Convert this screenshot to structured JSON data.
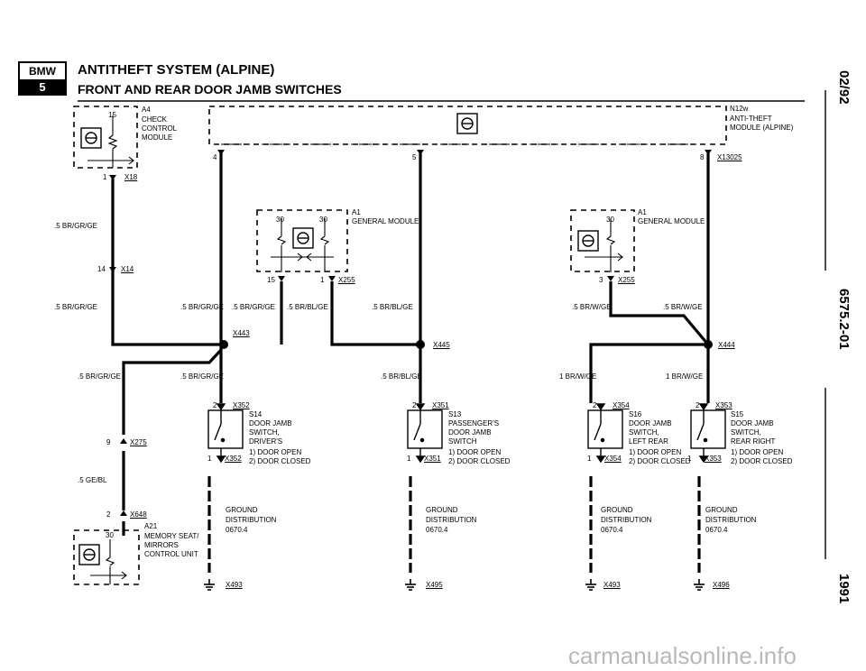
{
  "header": {
    "brand": "BMW",
    "series": "5",
    "title": "ANTITHEFT SYSTEM (ALPINE)",
    "subtitle": "FRONT AND REAR DOOR JAMB SWITCHES",
    "date": "02/92",
    "page_number": "6575.2-01",
    "year": "1991"
  },
  "modules": {
    "a4": {
      "ref": "A4",
      "pin": "15",
      "name": "CHECK CONTROL MODULE",
      "connector": "X18",
      "connector_pin": "1"
    },
    "n12w": {
      "ref": "N12w",
      "name": "ANTI-THEFT MODULE (ALPINE)",
      "connector": "X13025",
      "pins": [
        "4",
        "5",
        "8"
      ]
    },
    "a1_left": {
      "ref": "A1",
      "name": "GENERAL MODULE",
      "pins": [
        "30",
        "30",
        "15",
        "1"
      ],
      "connector": "X255"
    },
    "a1_right": {
      "ref": "A1",
      "name": "GENERAL MODULE",
      "pins": [
        "30",
        "3"
      ],
      "connector": "X255"
    },
    "a21": {
      "ref": "A21",
      "name": "MEMORY SEAT/ MIRRORS CONTROL UNIT",
      "pin": "30",
      "connector": "X648",
      "connector_pin": "2"
    }
  },
  "connectors": {
    "x14": {
      "name": "X14",
      "pin": "14"
    },
    "x275": {
      "name": "X275",
      "pin": "9"
    },
    "x443": "X443",
    "x445": "X445",
    "x444": "X444"
  },
  "wires": {
    "a": ".5 BR/GR/GE",
    "b": ".5 BR/GR/GE",
    "c": ".5 BR/GR/GE",
    "d": ".5 BR/GR/GE",
    "e": ".5 BR/BL/GE",
    "f": ".5 BR/BL/GE",
    "g": ".5 BR/GR/GE",
    "h": ".5 BR/GR/GE",
    "i": ".5 BR/BL/GE",
    "j": ".5 BR/W/GE",
    "k": ".5 BR/W/GE",
    "l": "1 BR/W/GE",
    "m": "1 BR/W/GE",
    "n": ".5 GE/BL"
  },
  "switches": [
    {
      "ref": "S14",
      "conn": "X352",
      "pin_top": "2",
      "pin_bottom": "1",
      "desc1": "DOOR JAMB",
      "desc2": "SWITCH,",
      "desc3": "DRIVER'S",
      "state1": "1) DOOR OPEN",
      "state2": "2) DOOR CLOSED"
    },
    {
      "ref": "S13",
      "conn": "X351",
      "pin_top": "2",
      "pin_bottom": "1",
      "desc1": "PASSENGER'S",
      "desc2": "DOOR JAMB",
      "desc3": "SWITCH",
      "state1": "1) DOOR OPEN",
      "state2": "2) DOOR CLOSED"
    },
    {
      "ref": "S16",
      "conn": "X354",
      "pin_top": "2",
      "pin_bottom": "1",
      "desc1": "DOOR JAMB",
      "desc2": "SWITCH,",
      "desc3": "LEFT REAR",
      "state1": "1) DOOR OPEN",
      "state2": "2) DOOR CLOSED"
    },
    {
      "ref": "S15",
      "conn": "X353",
      "pin_top": "2",
      "pin_bottom": "1",
      "desc1": "DOOR JAMB",
      "desc2": "SWITCH,",
      "desc3": "REAR RIGHT",
      "state1": "1) DOOR OPEN",
      "state2": "2) DOOR CLOSED"
    }
  ],
  "grounds": [
    {
      "l1": "GROUND",
      "l2": "DISTRIBUTION",
      "l3": "0670.4",
      "conn": "X493"
    },
    {
      "l1": "GROUND",
      "l2": "DISTRIBUTION",
      "l3": "0670.4",
      "conn": "X495"
    },
    {
      "l1": "GROUND",
      "l2": "DISTRIBUTION",
      "l3": "0670.4",
      "conn": "X493"
    },
    {
      "l1": "GROUND",
      "l2": "DISTRIBUTION",
      "l3": "0670.4",
      "conn": "X496"
    }
  ],
  "watermark": "carmanualsonline.info"
}
